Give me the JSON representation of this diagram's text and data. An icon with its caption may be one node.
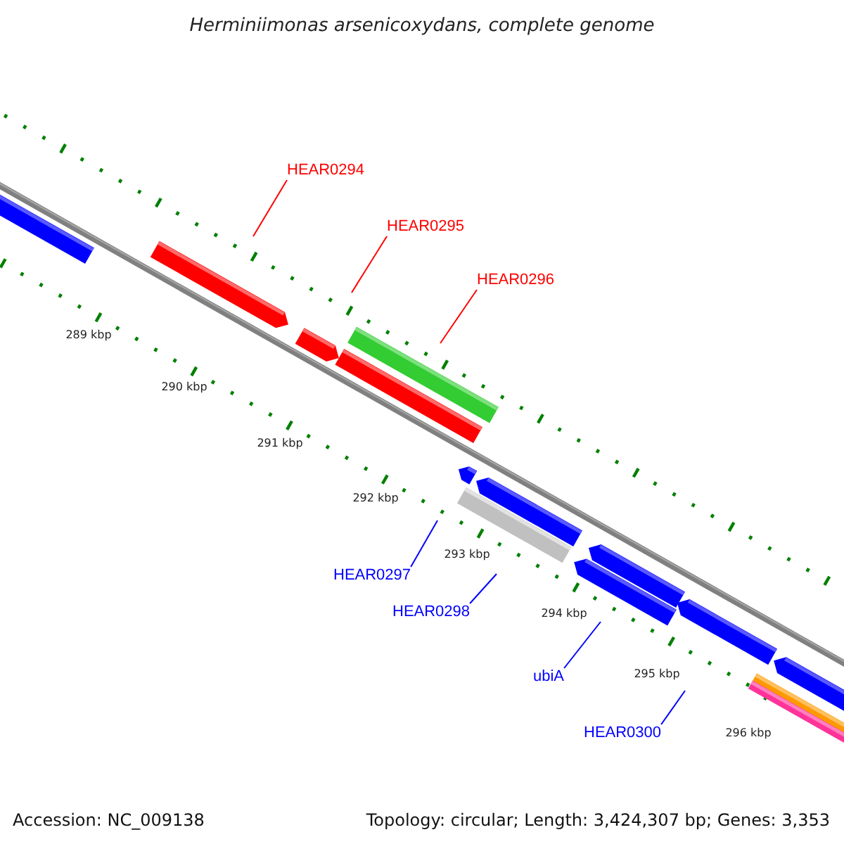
{
  "diagram": {
    "title": "Herminiimonas arsenicoxydans, complete genome",
    "nodes": [
      {
        "text": [
          "HEAR0294"
        ]
      },
      {
        "text": [
          "HEAR0295"
        ]
      },
      {
        "text": [
          "HEAR0296"
        ]
      },
      {
        "text": [
          "HEAR0297"
        ]
      },
      {
        "text": [
          "HEAR0298"
        ]
      },
      {
        "text": [
          "ubiA"
        ]
      },
      {
        "text": [
          "HEAR0300"
        ]
      }
    ],
    "edges": [
      {
        "from": 0,
        "to": null,
        "arrow": "none",
        "color": "#ff0000"
      },
      {
        "from": 1,
        "to": null,
        "arrow": "none",
        "color": "#ff0000"
      },
      {
        "from": 2,
        "to": null,
        "arrow": "none",
        "color": "#ff0000"
      },
      {
        "from": 3,
        "to": null,
        "arrow": "none",
        "color": "#0000ff"
      },
      {
        "from": 4,
        "to": null,
        "arrow": "none",
        "color": "#0000ff"
      },
      {
        "from": 5,
        "to": null,
        "arrow": "none",
        "color": "#0000ff"
      },
      {
        "from": 6,
        "to": null,
        "arrow": "none",
        "color": "#0000ff"
      }
    ],
    "labels": [
      "289 kbp",
      "290 kbp",
      "291 kbp",
      "292 kbp",
      "293 kbp",
      "294 kbp",
      "295 kbp",
      "296 kbp",
      "Accession: NC_009138",
      "Topology: circular; Length: 3,424,307 bp; Genes: 3,353"
    ]
  }
}
